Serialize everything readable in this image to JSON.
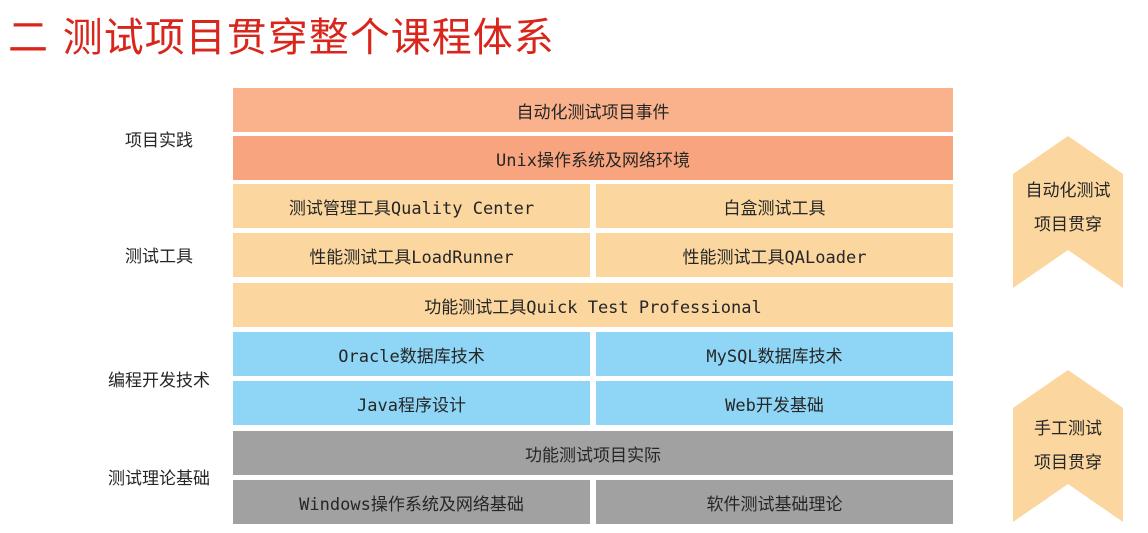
{
  "title": "二 测试项目贯穿整个课程体系",
  "colors": {
    "title": "#d9261c",
    "practice_top": "#f9b28c",
    "practice_bottom": "#f8a47e",
    "tools": "#fbd69f",
    "dev": "#8fd6f6",
    "theory": "#a1a1a1",
    "arrow_practice": "#fbd69f",
    "arrow_manual": "#fbd69f"
  },
  "layers": {
    "practice": {
      "label": "项目实践",
      "blocks": [
        "自动化测试项目事件",
        "Unix操作系统及网络环境"
      ]
    },
    "tools": {
      "label": "测试工具",
      "blocks": [
        "测试管理工具Quality Center",
        "白盒测试工具",
        "性能测试工具LoadRunner",
        "性能测试工具QALoader",
        "功能测试工具Quick Test Professional"
      ]
    },
    "dev": {
      "label": "编程开发技术",
      "blocks": [
        "Oracle数据库技术",
        "MySQL数据库技术",
        "Java程序设计",
        "Web开发基础"
      ]
    },
    "theory": {
      "label": "测试理论基础",
      "blocks": [
        "功能测试项目实际",
        "Windows操作系统及网络基础",
        "软件测试基础理论"
      ]
    }
  },
  "arrows": {
    "automation": {
      "line1": "自动化测试",
      "line2": "项目贯穿"
    },
    "manual": {
      "line1": "手工测试",
      "line2": "项目贯穿"
    }
  }
}
